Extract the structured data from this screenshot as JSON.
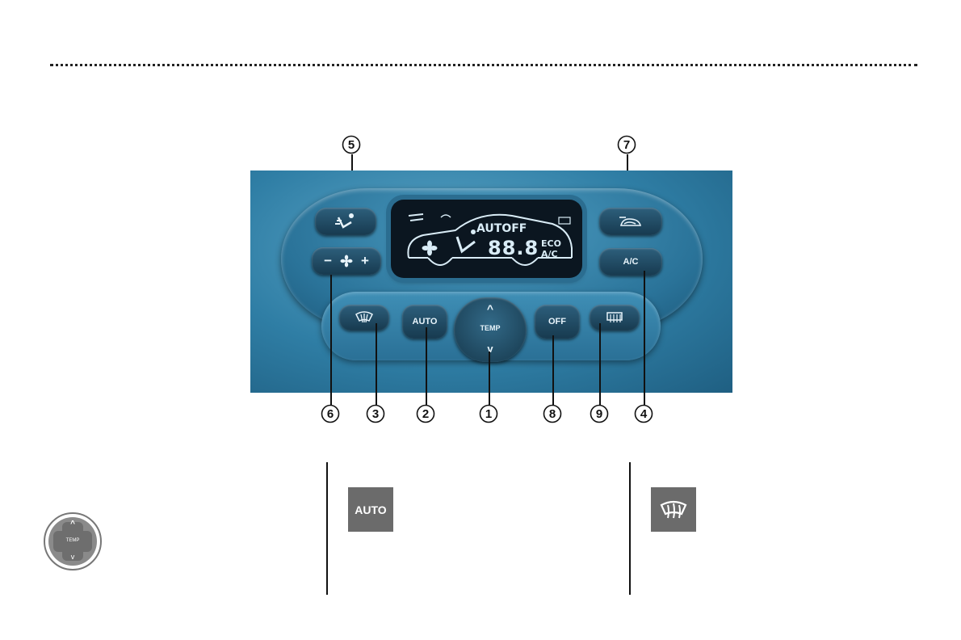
{
  "panel": {
    "lcd": {
      "auto_label": "AUTOFF",
      "temp_digits": "88.8",
      "eco_label": "ECO",
      "ac_label": "A/C"
    },
    "buttons": {
      "airflow_icon": "airflow-distribution-icon",
      "fan_minus": "−",
      "fan_plus": "+",
      "fan_icon": "fan-icon",
      "recirc_icon": "air-recirculation-icon",
      "ac_label": "A/C",
      "windscreen_icon": "windscreen-demist-icon",
      "auto_label": "AUTO",
      "temp_up": "^",
      "temp_label": "TEMP",
      "temp_down": "v",
      "off_label": "OFF",
      "rear_icon": "rear-screen-demist-icon"
    }
  },
  "callouts": {
    "top": [
      "5",
      "7"
    ],
    "bottom": [
      "6",
      "3",
      "2",
      "1",
      "8",
      "9",
      "4"
    ]
  },
  "sections": {
    "temp_thumb": {
      "up": "^",
      "label": "TEMP",
      "down": "v"
    },
    "auto_thumb_label": "AUTO",
    "demist_thumb_icon": "windscreen-demist-icon"
  }
}
